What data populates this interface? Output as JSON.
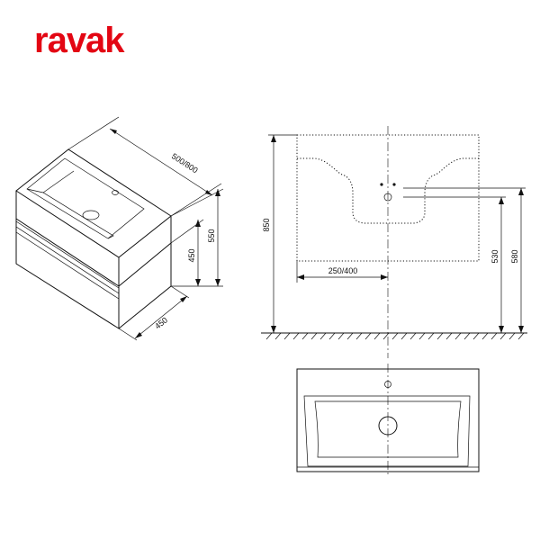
{
  "brand": {
    "logo_text": "ravak",
    "logo_color": "#e30613"
  },
  "isometric_view": {
    "dim_width": "500/800",
    "dim_cabinet_height": "450",
    "dim_total_height": "550",
    "dim_depth": "450"
  },
  "front_view": {
    "dim_mount_height": "850",
    "dim_offset": "250/400",
    "dim_drain_height": "530",
    "dim_water_height": "580"
  },
  "colors": {
    "line": "#111111",
    "background": "#ffffff"
  }
}
